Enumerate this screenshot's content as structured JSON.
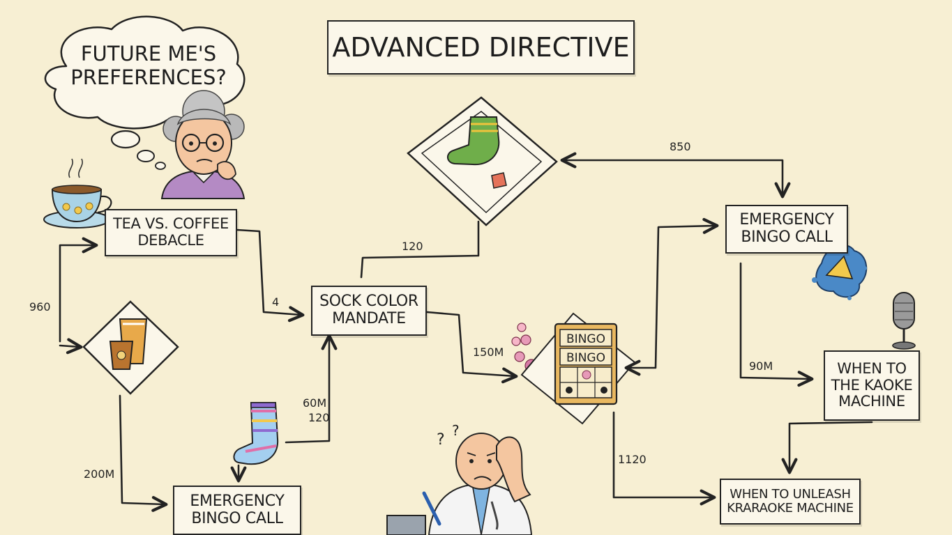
{
  "title": "ADVANCED DIRECTIVE",
  "thought_bubble": {
    "line1": "FUTURE ME'S",
    "line2": "PREFERENCES?"
  },
  "nodes": {
    "tea_coffee": {
      "line1": "TEA VS. COFFEE",
      "line2": "DEBACLE"
    },
    "sock_color": {
      "line1": "SOCK COLOR",
      "line2": "MANDATE"
    },
    "bingo_top": {
      "line1": "EMERGENCY",
      "line2": "BINGO CALL"
    },
    "bingo_bottom": {
      "line1": "EMERGENCY",
      "line2": "BINGO CALL"
    },
    "karaoke_top": {
      "line1": "WHEN TO",
      "line2": "THE KAOKE",
      "line3": "MACHINE"
    },
    "karaoke_bottom": {
      "line1": "WHEN TO UNLEASH",
      "line2": "KRARAOKE MACHINE"
    }
  },
  "edge_labels": {
    "e850": "850",
    "e120_top": "120",
    "e960": "960",
    "e4": "4",
    "e150m": "150M",
    "e60m": "60M",
    "e120_mid": "120",
    "e200m": "200M",
    "e90m": "90M",
    "e1120": "1120"
  },
  "bingo_card": {
    "row1": "BINGO",
    "row2": "BINGO"
  },
  "icons": [
    "thought-cloud",
    "grandma-portrait",
    "tea-cup",
    "drinks-diamond",
    "sock-diamond",
    "striped-sock",
    "bingo-card",
    "bingo-balls",
    "paint-splat",
    "microphone",
    "confused-doctor"
  ],
  "colors": {
    "background": "#f7efd3",
    "ink": "#222222",
    "box_fill": "#fbf7ea"
  }
}
